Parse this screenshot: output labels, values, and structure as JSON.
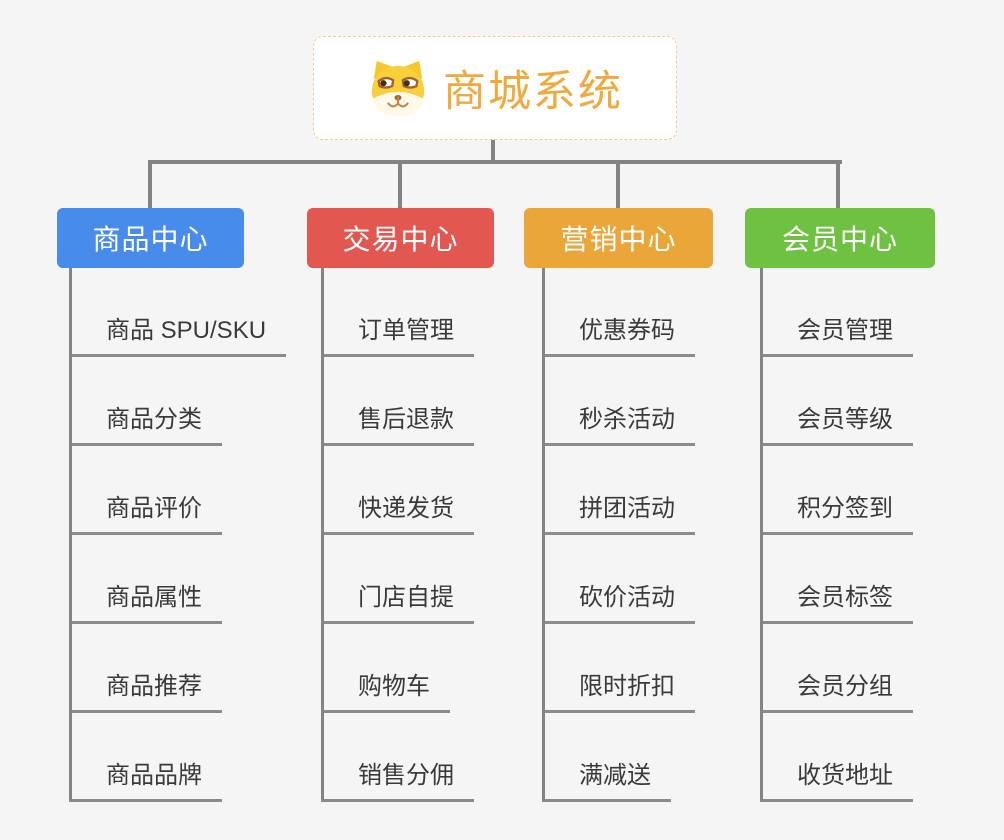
{
  "root": {
    "title": "商城系统",
    "logo_icon": "shiba-dog-logo",
    "title_color": "#EFA93D",
    "border_color": "#F2CB8E"
  },
  "connector_color": "#838383",
  "branches": [
    {
      "label": "商品中心",
      "color": "#478CEA",
      "children": [
        "商品 SPU/SKU",
        "商品分类",
        "商品评价",
        "商品属性",
        "商品推荐",
        "商品品牌"
      ]
    },
    {
      "label": "交易中心",
      "color": "#E25750",
      "children": [
        "订单管理",
        "售后退款",
        "快递发货",
        "门店自提",
        "购物车",
        "销售分佣"
      ]
    },
    {
      "label": "营销中心",
      "color": "#EAA639",
      "children": [
        "优惠券码",
        "秒杀活动",
        "拼团活动",
        "砍价活动",
        "限时折扣",
        "满减送"
      ]
    },
    {
      "label": "会员中心",
      "color": "#6FC142",
      "children": [
        "会员管理",
        "会员等级",
        "积分签到",
        "会员标签",
        "会员分组",
        "收货地址"
      ]
    }
  ]
}
